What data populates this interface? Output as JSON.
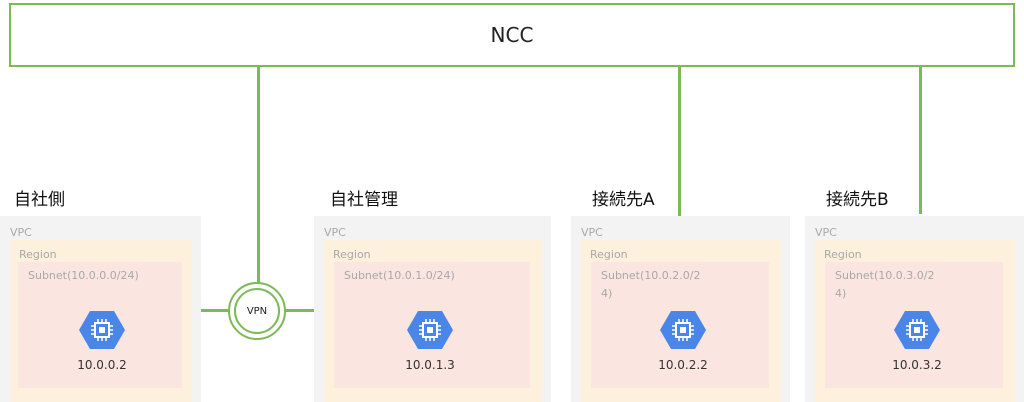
{
  "ncc": {
    "label": "NCC"
  },
  "vpn": {
    "label": "VPN"
  },
  "sites": [
    {
      "title": "自社側",
      "vpc": "VPC",
      "region": "Region",
      "subnet": "Subnet(10.0.0.0/24)",
      "ip": "10.0.0.2"
    },
    {
      "title": "自社管理",
      "vpc": "VPC",
      "region": "Region",
      "subnet": "Subnet(10.0.1.0/24)",
      "ip": "10.0.1.3"
    },
    {
      "title": "接続先A",
      "vpc": "VPC",
      "region": "Region",
      "subnet_line1": "Subnet(10.0.2.0/2",
      "subnet_line2": "4)",
      "ip": "10.0.2.2"
    },
    {
      "title": "接続先B",
      "vpc": "VPC",
      "region": "Region",
      "subnet_line1": "Subnet(10.0.3.0/2",
      "subnet_line2": "4)",
      "ip": "10.0.3.2"
    }
  ],
  "icon": "compute-engine-vm-icon",
  "colors": {
    "link": "#7cba57",
    "vpc_bg": "#f3f3f3",
    "region_bg": "#fdf0dc",
    "subnet_bg": "#fae5e1",
    "icon_blue": "#4a86e8"
  }
}
